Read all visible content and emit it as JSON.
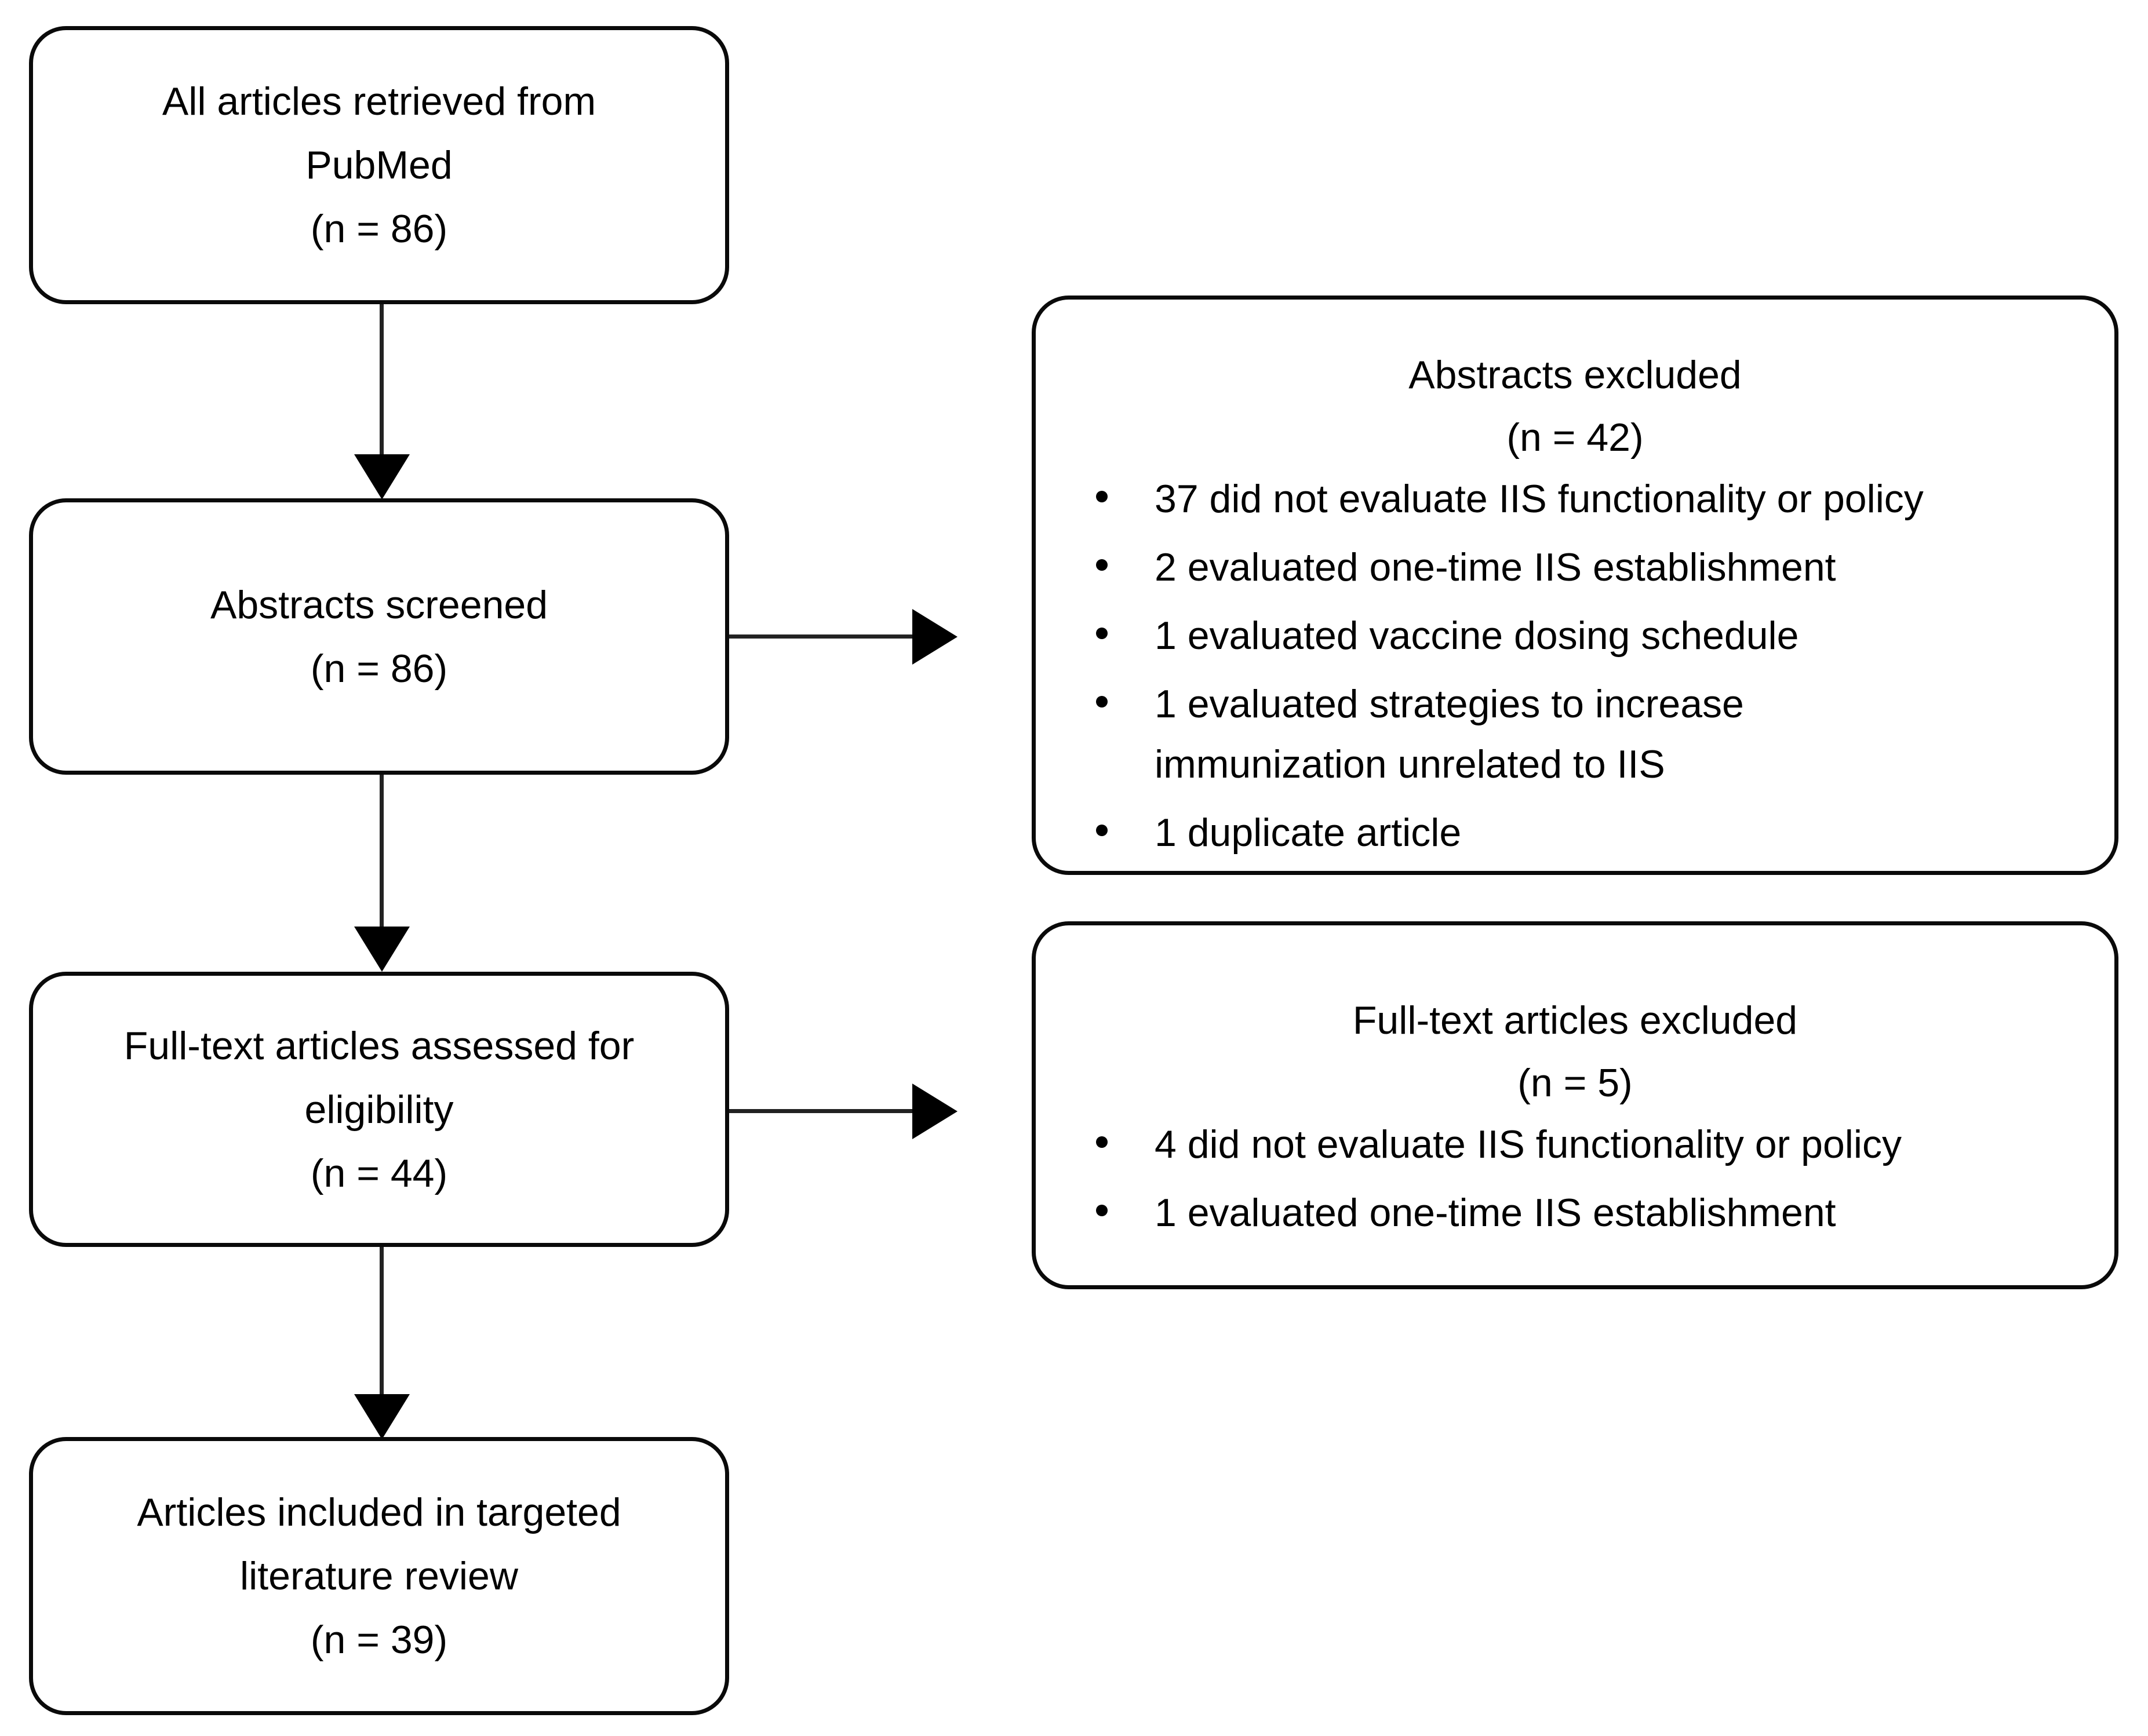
{
  "diagram": {
    "type": "prisma-flow-diagram",
    "stroke_color": "#000000",
    "background_color": "#ffffff"
  },
  "flow": {
    "box1": {
      "line1": "All articles retrieved from",
      "line2": "PubMed",
      "line3": "(n = 86)"
    },
    "box2": {
      "line1": "Abstracts screened",
      "line2": "(n = 86)"
    },
    "box3": {
      "line1": "Full-text articles assessed for",
      "line2": "eligibility",
      "line3": "(n = 44)"
    },
    "box4": {
      "line1": "Articles included in targeted",
      "line2": "literature review",
      "line3": "(n = 39)"
    }
  },
  "excluded": {
    "abstracts": {
      "title": "Abstracts excluded",
      "count": "(n = 42)",
      "reasons": [
        "37 did not evaluate IIS functionality or policy",
        "2 evaluated one-time IIS establishment",
        "1 evaluated vaccine dosing schedule",
        "1 evaluated strategies to increase immunization unrelated to IIS",
        "1 duplicate article"
      ]
    },
    "fulltext": {
      "title": "Full-text articles excluded",
      "count": "(n = 5)",
      "reasons": [
        "4 did not evaluate IIS functionality or policy",
        "1 evaluated one-time IIS establishment"
      ]
    }
  }
}
